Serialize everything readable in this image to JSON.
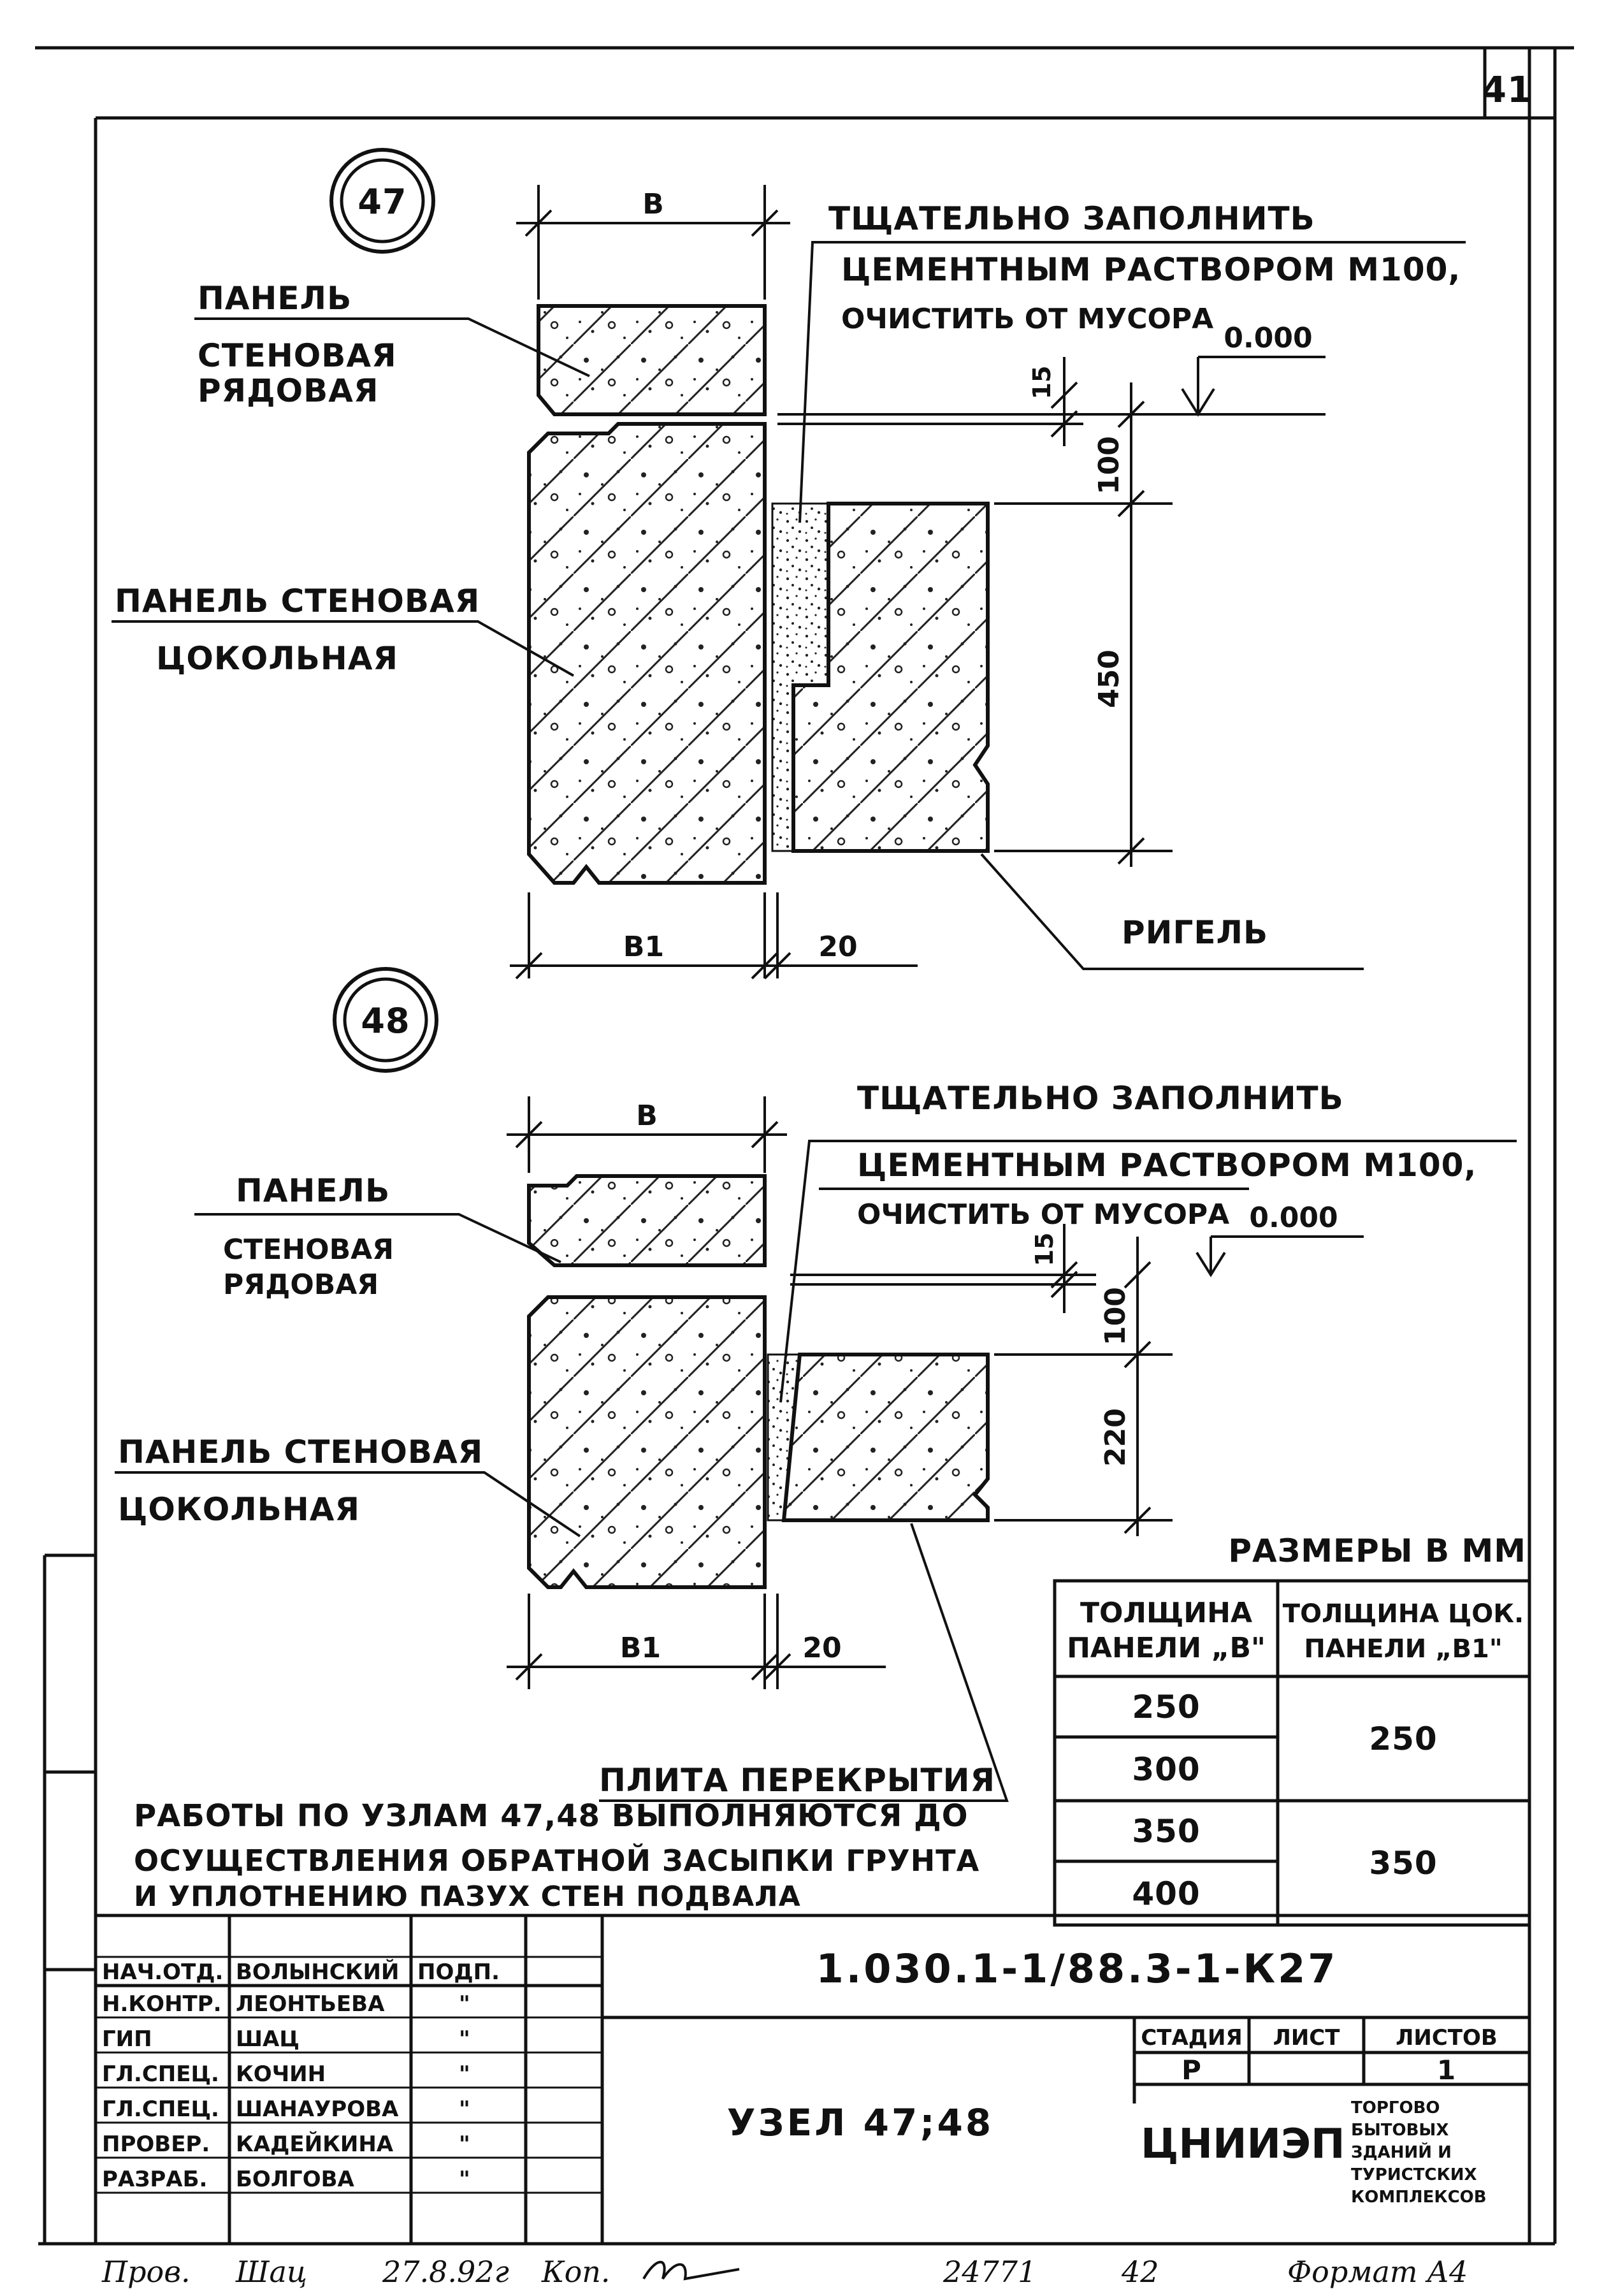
{
  "sheet_number": "41",
  "node47": {
    "id": "47",
    "dim_b": "В",
    "dim_b1": "В1",
    "dim_gap": "20",
    "dim_15": "15",
    "dim_100": "100",
    "dim_450": "450",
    "level": "0.000",
    "panel_row_l1": "ПАНЕЛЬ",
    "panel_row_l2": "СТЕНОВАЯ",
    "panel_row_l3": "РЯДОВАЯ",
    "panel_plinth_l1": "ПАНЕЛЬ СТЕНОВАЯ",
    "panel_plinth_l2": "ЦОКОЛЬНАЯ",
    "note_l1": "ТЩАТЕЛЬНО ЗАПОЛНИТЬ",
    "note_l2": "ЦЕМЕНТНЫМ РАСТВОРОМ М100,",
    "note_l3": "ОЧИСТИТЬ ОТ МУСОРА",
    "beam": "РИГЕЛЬ"
  },
  "node48": {
    "id": "48",
    "dim_b": "В",
    "dim_b1": "В1",
    "dim_gap": "20",
    "dim_15": "15",
    "dim_100": "100",
    "dim_220": "220",
    "level": "0.000",
    "panel_row_l1": "ПАНЕЛЬ",
    "panel_row_l2": "СТЕНОВАЯ",
    "panel_row_l3": "РЯДОВАЯ",
    "panel_plinth_l1": "ПАНЕЛЬ СТЕНОВАЯ",
    "panel_plinth_l2": "ЦОКОЛЬНАЯ",
    "note_l1": "ТЩАТЕЛЬНО ЗАПОЛНИТЬ",
    "note_l2": "ЦЕМЕНТНЫМ РАСТВОРОМ М100,",
    "note_l3": "ОЧИСТИТЬ ОТ МУСОРА",
    "slab": "ПЛИТА ПЕРЕКРЫТИЯ"
  },
  "dims_table": {
    "caption": "РАЗМЕРЫ В ММ",
    "head1_l1": "ТОЛЩИНА",
    "head1_l2": "ПАНЕЛИ „В\"",
    "head2_l1": "ТОЛЩИНА ЦОК.",
    "head2_l2": "ПАНЕЛИ „В1\"",
    "b_values": [
      "250",
      "300",
      "350",
      "400"
    ],
    "b1_values": [
      "250",
      "350"
    ]
  },
  "works_note": {
    "l1": "РАБОТЫ ПО УЗЛАМ 47,48 ВЫПОЛНЯЮТСЯ ДО",
    "l2": "ОСУЩЕСТВЛЕНИЯ ОБРАТНОЙ ЗАСЫПКИ ГРУНТА",
    "l3": "И УПЛОТНЕНИЮ ПАЗУХ СТЕН ПОДВАЛА"
  },
  "title_block": {
    "doc_code": "1.030.1-1/88.3-1-К27",
    "drawing_title": "УЗЕЛ 47;48",
    "stage_h": "СТАДИЯ",
    "sheet_h": "ЛИСТ",
    "sheets_h": "ЛИСТОВ",
    "stage": "Р",
    "sheets": "1",
    "org_logo": "ЦНИИЭП",
    "org_l1": "ТОРГОВО",
    "org_l2": "БЫТОВЫХ",
    "org_l3": "ЗДАНИЙ И",
    "org_l4": "ТУРИСТСКИХ",
    "org_l5": "КОМПЛЕКСОВ",
    "signatures": [
      {
        "role": "НАЧ.ОТД.",
        "name": "ВОЛЫНСКИЙ",
        "sign": "ПОДП."
      },
      {
        "role": "Н.КОНТР.",
        "name": "ЛЕОНТЬЕВА",
        "sign": "\""
      },
      {
        "role": "ГИП",
        "name": "ШАЦ",
        "sign": "\""
      },
      {
        "role": "ГЛ.СПЕЦ.",
        "name": "КОЧИН",
        "sign": "\""
      },
      {
        "role": "ГЛ.СПЕЦ.",
        "name": "ШАНАУРОВА",
        "sign": "\""
      },
      {
        "role": "ПРОВЕР.",
        "name": "КАДЕЙКИНА",
        "sign": "\""
      },
      {
        "role": "РАЗРАБ.",
        "name": "БОЛГОВА",
        "sign": "\""
      }
    ]
  },
  "footer": {
    "checked": "Пров.",
    "signer": "Шац",
    "date": "27.8.92г",
    "copied": "Коп.",
    "inv_no": "24771",
    "inv_sheet": "42",
    "format": "Формат А4"
  }
}
